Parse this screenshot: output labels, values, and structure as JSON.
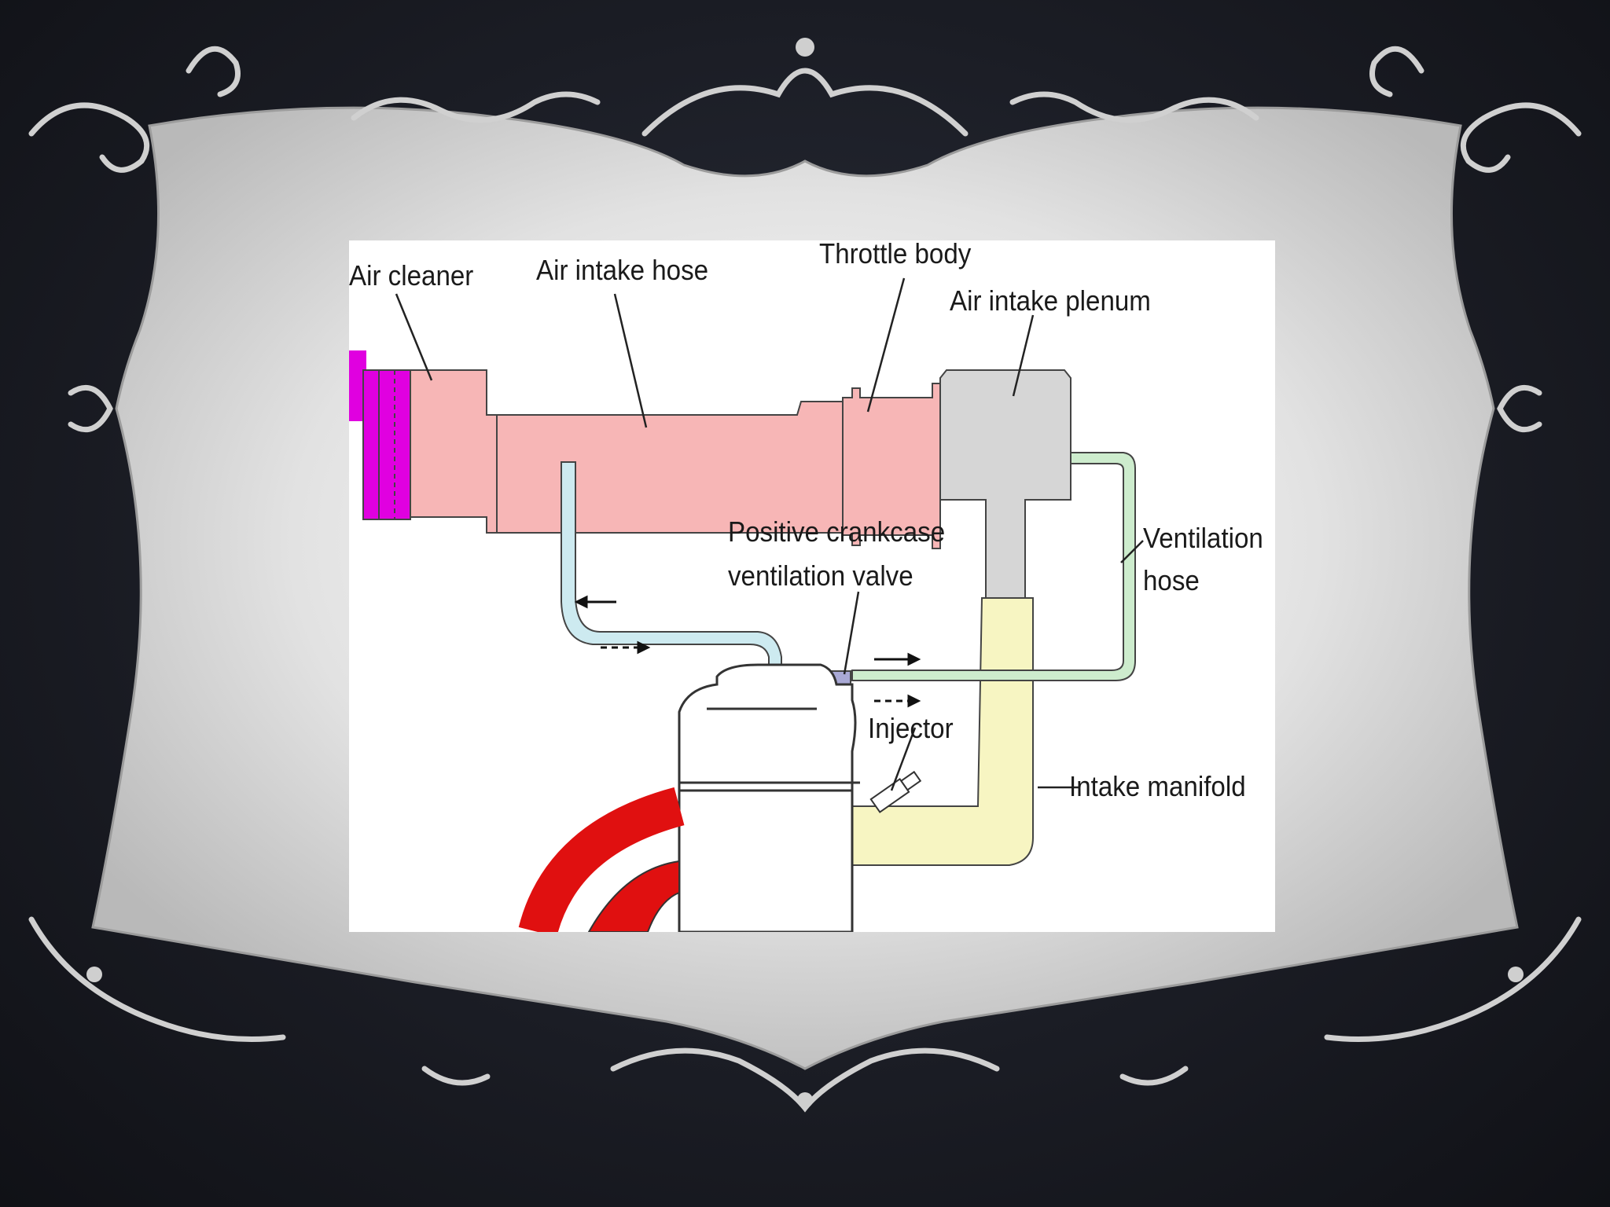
{
  "colors": {
    "background": "#1b1d25",
    "frame": "#d4d4d4",
    "ornament": "#c9c9c9",
    "air_cleaner_element": "#e000e0",
    "intake_tube": "#f7b6b6",
    "plenum": "#d6d6d6",
    "breather_hose": "#cdeaf0",
    "ventilation_hose": "#cdeccd",
    "intake_manifold": "#f7f5c2",
    "exhaust": "#e01010",
    "pcv_valve": "#a9a9d6"
  },
  "icons": [
    "ornamental-scroll",
    "flow-arrow"
  ],
  "diagram": {
    "labels": {
      "air_cleaner": "Air cleaner",
      "air_intake_hose": "Air intake hose",
      "throttle_body": "Throttle body",
      "air_intake_plenum": "Air intake plenum",
      "pcv_valve_line1": "Positive crankcase",
      "pcv_valve_line2": "ventilation valve",
      "ventilation_hose_line1": "Ventilation",
      "ventilation_hose_line2": "hose",
      "injector": "Injector",
      "intake_manifold": "Intake manifold"
    }
  }
}
